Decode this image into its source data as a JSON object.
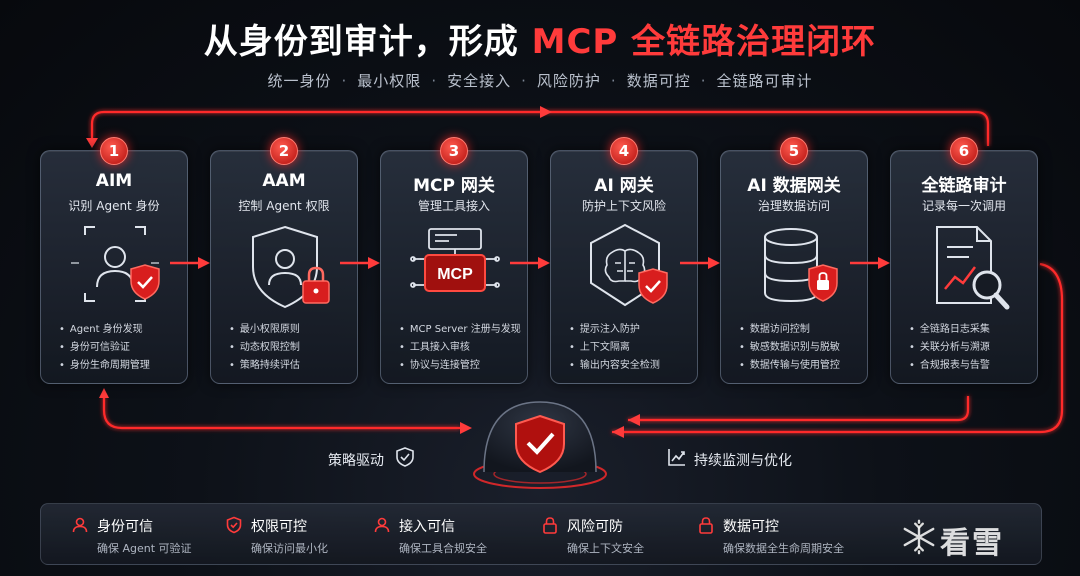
{
  "header": {
    "title_prefix": "从身份到审计，形成 ",
    "title_accent": "MCP 全链路治理闭环",
    "subtitle_items": [
      "统一身份",
      "最小权限",
      "安全接入",
      "风险防护",
      "数据可控",
      "全链路可审计"
    ],
    "subtitle_sep": "·"
  },
  "cards": [
    {
      "num": "1",
      "title": "AIM",
      "sub": "识别 Agent 身份",
      "icon": "user-scan-icon",
      "items": [
        "Agent 身份发现",
        "身份可信验证",
        "身份生命周期管理"
      ]
    },
    {
      "num": "2",
      "title": "AAM",
      "sub": "控制 Agent 权限",
      "icon": "shield-user-lock-icon",
      "items": [
        "最小权限原则",
        "动态权限控制",
        "策略持续评估"
      ]
    },
    {
      "num": "3",
      "title": "MCP 网关",
      "sub": "管理工具接入",
      "icon": "mcp-chip-icon",
      "icon_label": "MCP",
      "items": [
        "MCP Server 注册与发现",
        "工具接入审核",
        "协议与连接管控"
      ]
    },
    {
      "num": "4",
      "title": "AI 网关",
      "sub": "防护上下文风险",
      "icon": "brain-shield-icon",
      "items": [
        "提示注入防护",
        "上下文隔离",
        "输出内容安全检测"
      ]
    },
    {
      "num": "5",
      "title": "AI 数据网关",
      "sub": "治理数据访问",
      "icon": "database-lock-icon",
      "items": [
        "数据访问控制",
        "敏感数据识别与脱敏",
        "数据传输与使用管控"
      ]
    },
    {
      "num": "6",
      "title": "全链路审计",
      "sub": "记录每一次调用",
      "icon": "audit-report-icon",
      "items": [
        "全链路日志采集",
        "关联分析与溯源",
        "合规报表与告警"
      ]
    }
  ],
  "center": {
    "left_label": "策略驱动",
    "right_label": "持续监测与优化",
    "shield_icon": "center-shield-check-icon"
  },
  "bottom": [
    {
      "title": "身份可信",
      "sub": "确保 Agent 可验证",
      "icon": "user-icon"
    },
    {
      "title": "权限可控",
      "sub": "确保访问最小化",
      "icon": "shield-check-icon"
    },
    {
      "title": "接入可信",
      "sub": "确保工具合规安全",
      "icon": "user-icon"
    },
    {
      "title": "风险可防",
      "sub": "确保上下文安全",
      "icon": "lock-icon"
    },
    {
      "title": "数据可控",
      "sub": "确保数据全生命周期安全",
      "icon": "lock-icon"
    }
  ],
  "watermark": {
    "text": "看雪"
  },
  "colors": {
    "accent": "#ff3b3b",
    "bg": "#0d1118",
    "card_border": "#8c9bb4"
  }
}
